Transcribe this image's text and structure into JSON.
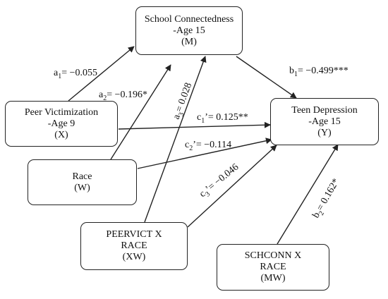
{
  "nodes": {
    "m": {
      "lines": [
        "School Connectedness",
        "-Age 15",
        "(M)"
      ]
    },
    "x": {
      "lines": [
        "Peer Victimization",
        "-Age 9",
        "(X)"
      ]
    },
    "y": {
      "lines": [
        "Teen Depression",
        "-Age 15",
        "(Y)"
      ]
    },
    "w": {
      "lines": [
        "Race",
        "(W)"
      ]
    },
    "xw": {
      "lines": [
        "PEERVICT X",
        "RACE",
        "(XW)"
      ]
    },
    "mw": {
      "lines": [
        "SCHCONN X",
        "RACE",
        "(MW)"
      ]
    }
  },
  "paths": {
    "a1": {
      "base": "a",
      "sub": "1",
      "rest": "= −0.055"
    },
    "a2": {
      "base": "a",
      "sub": "2",
      "rest": "= −0.196*"
    },
    "a3": {
      "base": "a",
      "sub": "3",
      "rest": "= 0.028"
    },
    "b1": {
      "base": "b",
      "sub": "1",
      "rest": "= −0.499***"
    },
    "b2": {
      "base": "b",
      "sub": "2",
      "rest": "= 0.162*"
    },
    "c1p": {
      "base": "c",
      "sub": "1",
      "rest": "’= 0.125**"
    },
    "c2p": {
      "base": "c",
      "sub": "2",
      "rest": "’= −0.114"
    },
    "c3p": {
      "base": "c",
      "sub": "3",
      "rest": "’= −0.046"
    }
  }
}
